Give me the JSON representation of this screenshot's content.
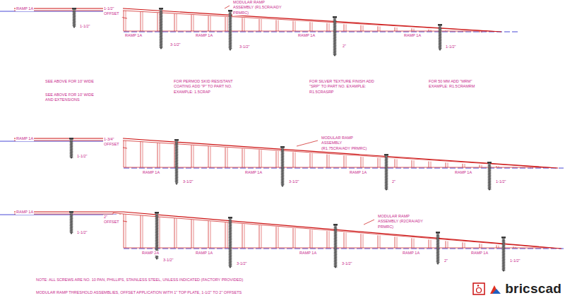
{
  "diagram": {
    "labels": [
      "RAMP 1A",
      "1-1/2\" OFFSET",
      "MODULAR RAMP ASSEMBLY (R1.5CRA/ADY PRMRC)",
      "1-1/2\"",
      "RAMP 1A",
      "3-1/2\"",
      "RAMP 1A",
      "3-1/2\"",
      "RAMP 1A",
      "2\"",
      "RAMP 1A",
      "1-1/2\"",
      "SEE ABOVE FOR 10' WIDE",
      "SEE ABOVE FOR 10' WIDE AND EXTENSIONS",
      "FOR PERMOD SKID RESISTANT COATING ADD \"P\" TO PART NO. EXAMPLE: 1.5CRAP",
      "FOR SILVER TEXTURE FINISH ADD \"SRP\" TO PART NO. EXAMPLE: R1.5CRASRP",
      "FOR 50 MM ADD \"MRM\" EXAMPLE: R1.5CRAMRM",
      "RAMP 1A",
      "1-3/4\" OFFSET",
      "MODULAR RAMP ASSEMBLY (R1.75CRA/ADY PRMRC)",
      "1-1/2\"",
      "RAMP 1A",
      "3-1/2\"",
      "RAMP 1A",
      "3-1/2\"",
      "RAMP 1A",
      "2\"",
      "RAMP 1A",
      "1-1/2\"",
      "RAMP 1A",
      "2\" OFFSET",
      "MODULAR RAMP ASSEMBLY (R2CRA/ADY PRMRC)",
      "1-1/2\"",
      "RAMP 2A",
      "3-1/2\"",
      "RAMP 1A",
      "3-1/2\"",
      "RAMP 1A",
      "3-1/2\"",
      "RAMP 1A",
      "2\"",
      "RAMP 1A",
      "1-1/2\"",
      "NOTE: ALL SCREWS ARE NO. 10 PAN, PHILLIPS, STAINLESS STEEL, UNLESS INDICATED (FACTORY PROVIDED)",
      "MODULAR RAMP THRESHOLD ASSEMBLIES, OFFSET APPLICATION WITH 1\" TOP PLATE, 1-1/2\" TO 2\" OFFSETS",
      "bricscad"
    ]
  }
}
